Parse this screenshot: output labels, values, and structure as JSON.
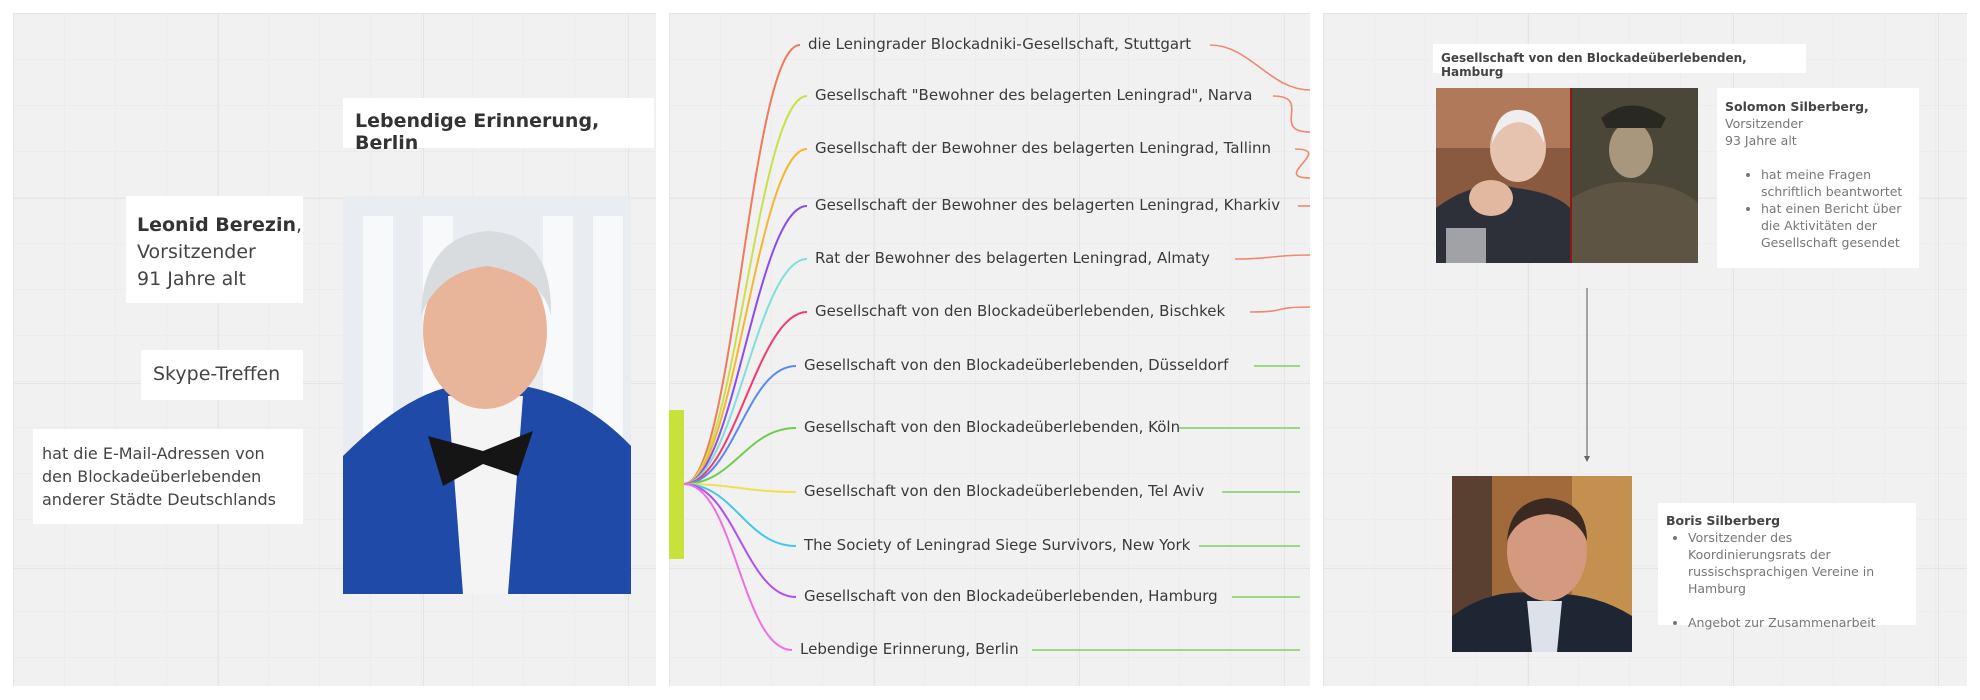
{
  "panel_left": {
    "title": "Lebendige Erinnerung, Berlin",
    "person": {
      "name": "Leonid Berezin",
      "name_suffix": ",",
      "role": "Vorsitzender",
      "age": "91 Jahre alt"
    },
    "meeting": "Skype-Treffen",
    "note": "hat die E-Mail-Adressen von den Blockadeüberlebenden anderer Städte Deutschlands"
  },
  "mindmap": {
    "root_color": "#c9e23a",
    "branches": [
      {
        "label": "die Leningrader Blockadniki-Gesellschaft, Stuttgart",
        "color": "#f07a5a",
        "link_color": "#f08870"
      },
      {
        "label": "Gesellschaft \"Bewohner des belagerten Leningrad\", Narva",
        "color": "#c8e04a",
        "link_color": "#f08870"
      },
      {
        "label": "Gesellschaft der Bewohner des belagerten Leningrad, Tallinn",
        "color": "#f5b530",
        "link_color": "#f08870"
      },
      {
        "label": "Gesellschaft der Bewohner des belagerten Leningrad, Kharkiv",
        "color": "#8a4cf0",
        "link_color": "#f08870"
      },
      {
        "label": "Rat der Bewohner des belagerten Leningrad, Almaty",
        "color": "#7ee0d8",
        "link_color": "#f08870"
      },
      {
        "label": "Gesellschaft von den Blockadeüberlebenden, Bischkek",
        "color": "#f03a70",
        "link_color": "#f08870"
      },
      {
        "label": "Gesellschaft von den Blockadeüberlebenden, Düsseldorf",
        "color": "#5a8af0",
        "link_color": "#7ed060"
      },
      {
        "label": "Gesellschaft von den Blockadeüberlebenden, Köln",
        "color": "#70cc50",
        "link_color": "#7ed060"
      },
      {
        "label": "Gesellschaft von den Blockadeüberlebenden, Tel Aviv",
        "color": "#f0e050",
        "link_color": "#7ed060"
      },
      {
        "label": "The Society of Leningrad Siege Survivors, New York",
        "color": "#40c8f0",
        "link_color": "#7ed060"
      },
      {
        "label": "Gesellschaft von den Blockadeüberlebenden, Hamburg",
        "color": "#b050f0",
        "link_color": "#7ed060"
      },
      {
        "label": "Lebendige Erinnerung, Berlin",
        "color": "#f070e0",
        "link_color": "#7ed060"
      }
    ]
  },
  "panel_right": {
    "title": "Gesellschaft von den Blockadeüberlebenden, Hamburg",
    "solomon": {
      "name": "Solomon Silberberg,",
      "role": "Vorsitzender",
      "age": "93 Jahre alt",
      "points": [
        "hat meine Fragen schriftlich beantwortet",
        "hat einen Bericht über die Aktivitäten der Gesellschaft gesendet"
      ]
    },
    "boris": {
      "name": "Boris Silberberg",
      "points": [
        "Vorsitzender des Koordinierungsrats der russischsprachigen Vereine in Hamburg",
        "Angebot zur Zusammenarbeit"
      ]
    }
  }
}
